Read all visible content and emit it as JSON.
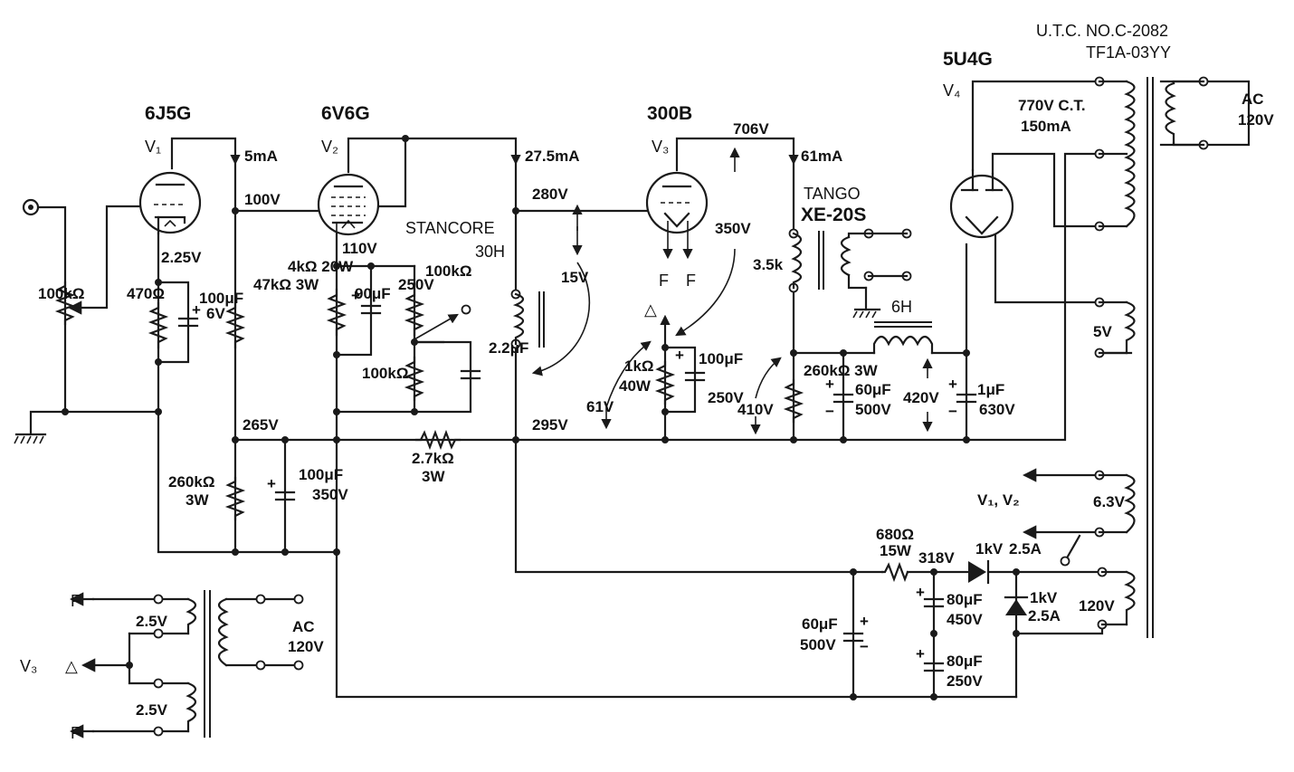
{
  "tubes": {
    "v1": {
      "type": "6J5G",
      "ref": "V₁"
    },
    "v2": {
      "type": "6V6G",
      "ref": "V₂"
    },
    "v3": {
      "type": "300B",
      "ref": "V₃"
    },
    "v4": {
      "type": "5U4G",
      "ref": "V₄"
    }
  },
  "power_transformer": {
    "model": "U.T.C. NO.C-2082",
    "code": "TF1A-03YY",
    "hv": "770V C.T.",
    "current": "150mA",
    "ac_in": "AC",
    "ac_volts": "120V",
    "rect_fil": "5V",
    "heater": "6.3V",
    "heater_for": "V₁, V₂",
    "bias_winding": "120V"
  },
  "output_transformer": {
    "brand": "TANGO",
    "model": "XE-20S",
    "primary": "3.5k"
  },
  "choke": {
    "value": "6H"
  },
  "interstage": {
    "brand": "STANCORE",
    "value": "30H"
  },
  "filament_transformer": {
    "f_top": "F",
    "f_bottom": "F",
    "winding_top": "2.5V",
    "winding_bottom": "2.5V",
    "ac_in": "AC",
    "ac_volts": "120V",
    "v3_label": "V₃",
    "delta": "△"
  },
  "v3_filament": {
    "f1": "F",
    "f2": "F",
    "delta": "△"
  },
  "voltages": {
    "v1_plate_current": "5mA",
    "v1_plate": "100V",
    "v1_cathode": "2.25V",
    "v2_plate_current": "27.5mA",
    "v2_cathode": "110V",
    "v3_plate_current": "61mA",
    "v3_grid": "280V",
    "v3_plate": "706V",
    "drop_15": "15V",
    "drop_350": "350V",
    "bias_61": "61V",
    "b_410": "410V",
    "b_420": "420V",
    "b_265": "265V",
    "b_295": "295V",
    "b_318": "318V"
  },
  "components": {
    "r_in": "100kΩ",
    "r_k1": "470Ω",
    "c_k1_val": "100μF",
    "c_k1_v": "6V",
    "r_l1": "47kΩ 3W",
    "r_k2": "4kΩ 20W",
    "c_k2_val": "90μF",
    "c_k2_v": "250V",
    "r_fb": "100kΩ",
    "r_fb2": "100kΩ",
    "c_fb": "2.2μF",
    "r_drop_val": "260kΩ",
    "r_drop_w": "3W",
    "c_dec_val": "100μF",
    "c_dec_v": "350V",
    "r_b_val": "2.7kΩ",
    "r_b_w": "3W",
    "r_k3_val": "1kΩ",
    "r_k3_w": "40W",
    "c_k3_val": "100μF",
    "c_k3_v": "250V",
    "r_bleed": "260kΩ 3W",
    "c_out_val": "60μF",
    "c_out_v": "500V",
    "c_in_val": "1μF",
    "c_in_v": "630V",
    "r_ser_val": "680Ω",
    "r_ser_w": "15W",
    "d_top_v": "1kV",
    "d_top_a": "2.5A",
    "d_side_v": "1kV",
    "d_side_a": "2.5A",
    "c_bias1_val": "80μF",
    "c_bias1_v": "450V",
    "c_bias2_val": "80μF",
    "c_bias2_v": "250V",
    "c_big_val": "60μF",
    "c_big_v": "500V"
  },
  "signs": {
    "plus": "+",
    "minus": "−"
  }
}
